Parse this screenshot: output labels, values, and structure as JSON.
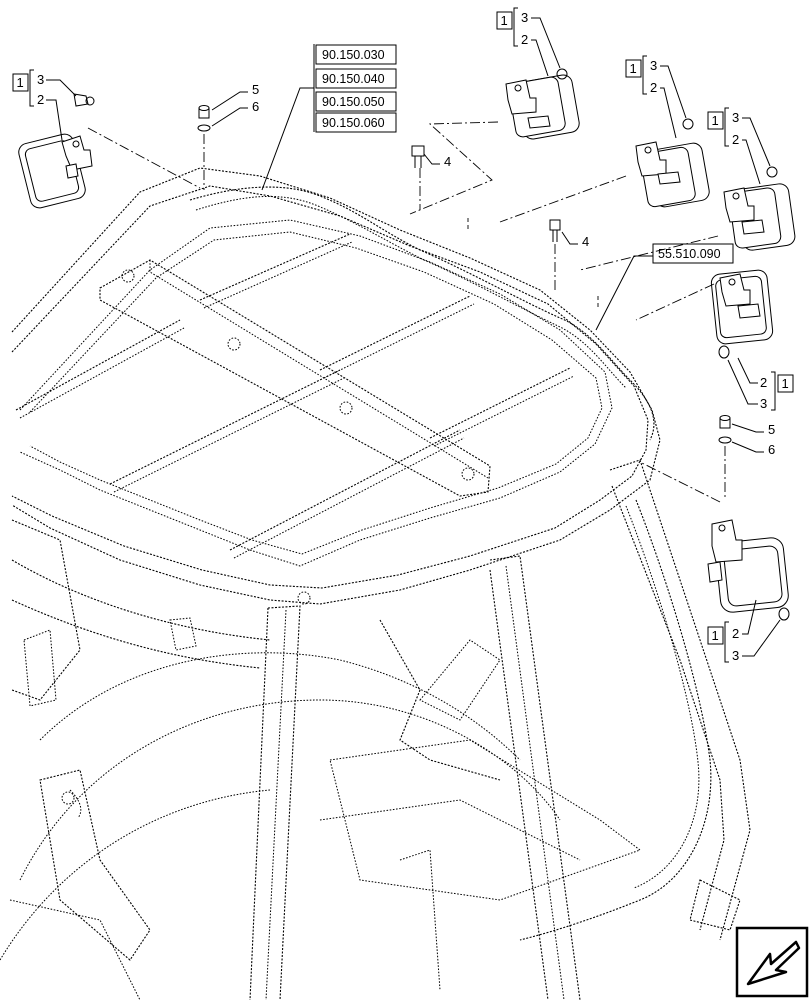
{
  "references": {
    "ref1": "90.150.030",
    "ref2": "90.150.040",
    "ref3": "90.150.050",
    "ref4": "90.150.060",
    "ref5": "55.510.090"
  },
  "callouts": {
    "kit_a": {
      "box": "1",
      "top": "3",
      "bottom": "2"
    },
    "kit_b": {
      "box": "1",
      "top": "3",
      "bottom": "2"
    },
    "kit_c": {
      "box": "1",
      "top": "3",
      "bottom": "2"
    },
    "kit_d": {
      "box": "1",
      "top": "3",
      "bottom": "2"
    },
    "kit_e": {
      "box": "1",
      "top": "2",
      "bottom": "3"
    },
    "kit_f": {
      "box": "1",
      "top": "2",
      "bottom": "3"
    },
    "screw_left": "5",
    "washer_left": "6",
    "bolt_a": "4",
    "bolt_b": "4",
    "screw_right": "5",
    "washer_right": "6"
  },
  "icons": {
    "nav_arrow": "arrow-back-icon"
  }
}
